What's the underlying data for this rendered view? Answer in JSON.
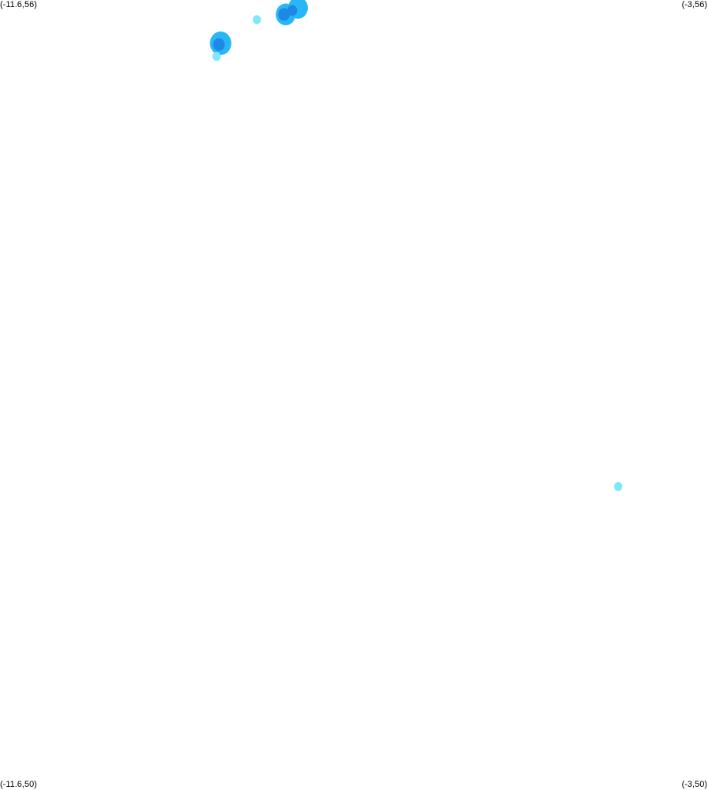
{
  "corners": {
    "top_left": "(-11.6,56)",
    "top_right": "(-3,56)",
    "bottom_left": "(-11.6,50)",
    "bottom_right": "(-3,50)"
  },
  "map": {
    "lon_range": [
      -11.6,
      -3
    ],
    "lat_range": [
      50,
      56
    ],
    "colors": {
      "background": "#ffffff",
      "light": "#7fe8f8",
      "medium": "#29b6f6",
      "dark": "#1e88e5"
    },
    "blobs": [
      {
        "lon": -7.98,
        "lat": 55.94,
        "level": "medium",
        "r": 0.12
      },
      {
        "lon": -8.13,
        "lat": 55.89,
        "level": "medium",
        "r": 0.12
      },
      {
        "lon": -8.15,
        "lat": 55.89,
        "level": "dark",
        "r": 0.07
      },
      {
        "lon": -8.05,
        "lat": 55.92,
        "level": "dark",
        "r": 0.06
      },
      {
        "lon": -8.48,
        "lat": 55.85,
        "level": "light",
        "r": 0.05
      },
      {
        "lon": -8.92,
        "lat": 55.67,
        "level": "medium",
        "r": 0.13
      },
      {
        "lon": -8.94,
        "lat": 55.66,
        "level": "dark",
        "r": 0.07
      },
      {
        "lon": -8.97,
        "lat": 55.57,
        "level": "light",
        "r": 0.05
      },
      {
        "lon": -4.09,
        "lat": 52.29,
        "level": "light",
        "r": 0.05
      }
    ]
  }
}
